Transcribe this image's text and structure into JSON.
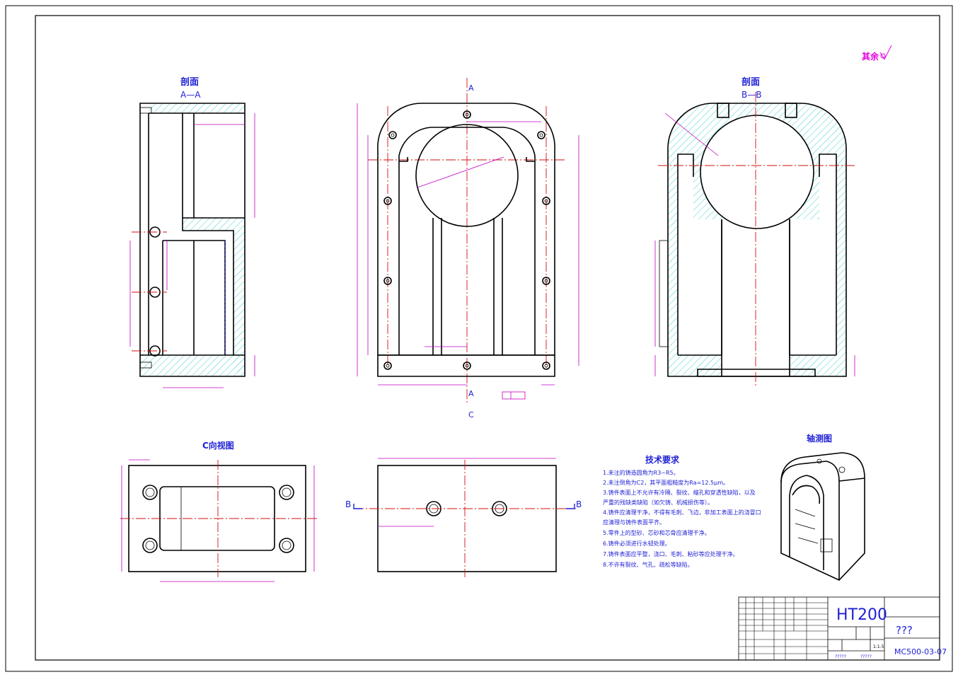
{
  "sheet": {
    "roughness_note": "其余"
  },
  "views": {
    "section_aa": {
      "title": "剖面",
      "subtitle": "A—A"
    },
    "front": {
      "cut_mark_top": "A",
      "cut_mark_bottom": "A",
      "view_arrow": "C"
    },
    "section_bb": {
      "title": "剖面",
      "subtitle": "B—B"
    },
    "view_c": {
      "title": "C向视图"
    },
    "bottom_mid": {
      "mark_left": "B",
      "mark_right": "B"
    },
    "iso": {
      "title": "轴测图"
    }
  },
  "tech": {
    "title": "技术要求",
    "items": [
      "1.未注的铸造圆角为R3~R5。",
      "2.未注倒角为C2，其平面粗糙度为Ra=12.5μm。",
      "3.铸件表面上不允许有冷隔、裂纹、缩孔和穿透性缺陷，以及",
      "严重的残缺类缺陷（如欠铸、机械损伤等）。",
      "4.铸件应清理干净，不得有毛刺、飞边，非加工表面上的浇冒口",
      "应清理与铸件表面平齐。",
      "5.零件上的型砂、芯砂和芯骨应清理干净。",
      "6.铸件必须进行水韧处理。",
      "7.铸件表面应平整，浇口、毛刺、粘砂等应处理干净。",
      "8.不许有裂纹、气孔、疏松等缺陷。"
    ]
  },
  "titleblock": {
    "material": "HT200",
    "name": "???",
    "scale": "1:1.5",
    "drawing_no": "MC500-03-07",
    "sign_left": "?????",
    "sign_right": "?????"
  }
}
